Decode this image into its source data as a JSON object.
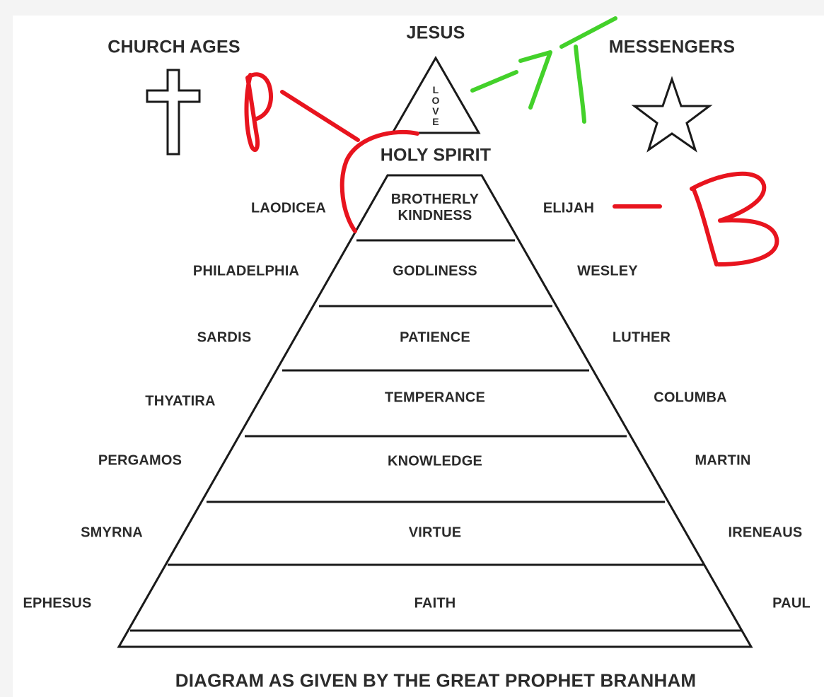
{
  "headings": {
    "church_ages": "CHURCH AGES",
    "top": "JESUS",
    "messengers": "MESSENGERS",
    "apex_word": "LOVE",
    "below_apex": "HOLY SPIRIT"
  },
  "tiers": [
    {
      "virtue": "BROTHERLY KINDNESS",
      "church_age": "LAODICEA",
      "messenger": "ELIJAH"
    },
    {
      "virtue": "GODLINESS",
      "church_age": "PHILADELPHIA",
      "messenger": "WESLEY"
    },
    {
      "virtue": "PATIENCE",
      "church_age": "SARDIS",
      "messenger": "LUTHER"
    },
    {
      "virtue": "TEMPERANCE",
      "church_age": "THYATIRA",
      "messenger": "COLUMBA"
    },
    {
      "virtue": "KNOWLEDGE",
      "church_age": "PERGAMOS",
      "messenger": "MARTIN"
    },
    {
      "virtue": "VIRTUE",
      "church_age": "SMYRNA",
      "messenger": "IRENEAUS"
    },
    {
      "virtue": "FAITH",
      "church_age": "EPHESUS",
      "messenger": "PAUL"
    }
  ],
  "caption": "DIAGRAM AS GIVEN BY THE GREAT PROPHET BRANHAM",
  "icons": {
    "church_ages": "cross-icon",
    "messengers": "star-icon"
  },
  "colors": {
    "line": "#1a1a1a",
    "text": "#2a2a2a",
    "annotation_red": "#e8141e",
    "annotation_green": "#43d12a"
  }
}
